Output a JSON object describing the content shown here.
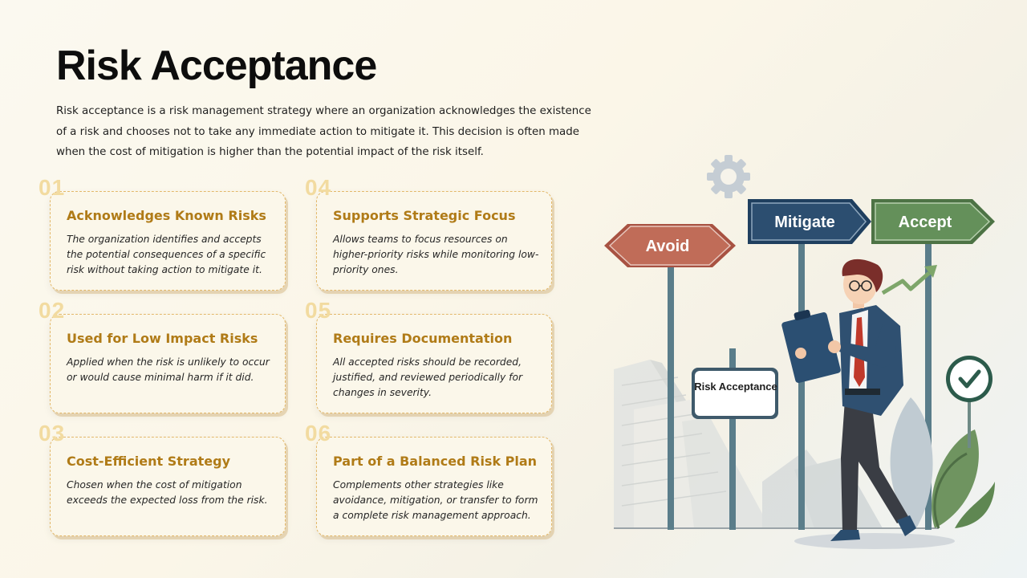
{
  "title": "Risk Acceptance",
  "intro": "Risk acceptance is a risk management strategy where an organization acknowledges the existence of a risk and chooses not to take any immediate action to mitigate it. This decision is often made when the cost of mitigation is higher than the potential impact of the risk itself.",
  "cards": [
    {
      "num": "01",
      "title": "Acknowledges Known Risks",
      "body": "The organization identifies and accepts the potential consequences of a specific risk without taking action to mitigate it."
    },
    {
      "num": "02",
      "title": "Used for Low Impact Risks",
      "body": "Applied when the risk is unlikely to occur or would cause minimal harm if it did."
    },
    {
      "num": "03",
      "title": "Cost-Efficient Strategy",
      "body": "Chosen when the cost of mitigation exceeds the expected loss from the risk."
    },
    {
      "num": "04",
      "title": "Supports Strategic Focus",
      "body": "Allows teams to focus resources on higher-priority risks while monitoring low-priority ones."
    },
    {
      "num": "05",
      "title": "Requires Documentation",
      "body": "All accepted risks should be recorded, justified, and reviewed periodically for changes in severity."
    },
    {
      "num": "06",
      "title": "Part of a Balanced Risk Plan",
      "body": "Complements other strategies like avoidance, mitigation, or transfer to form a complete risk management approach."
    }
  ],
  "illustration": {
    "signs": {
      "avoid": "Avoid",
      "mitigate": "Mitigate",
      "accept": "Accept"
    },
    "board_label": "Risk Acceptance",
    "icons": [
      "gear-icon",
      "check-icon",
      "trend-arrow-icon"
    ]
  },
  "colors": {
    "title": "#0d0d0d",
    "card_title": "#b07b17",
    "card_number": "#f2dba0",
    "avoid_sign": "#b5604f",
    "mitigate_sign": "#284a6b",
    "accept_sign": "#5c8550"
  }
}
